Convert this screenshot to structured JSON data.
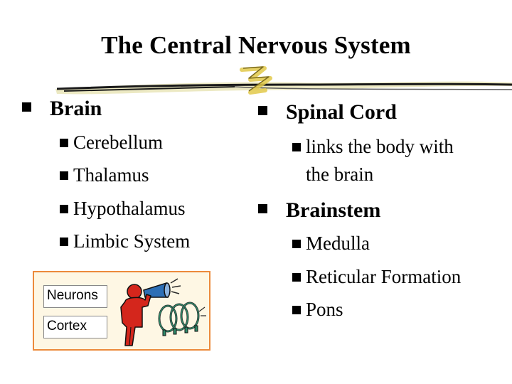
{
  "slide": {
    "title": "The Central Nervous System"
  },
  "left": {
    "heading": "Brain",
    "items": [
      "Cerebellum",
      "Thalamus",
      "Hypothalamus",
      "Limbic System"
    ]
  },
  "right": {
    "sections": [
      {
        "heading": "Spinal Cord",
        "items_line1": "links the body with",
        "items_line2": "the brain"
      },
      {
        "heading": "Brainstem",
        "items": [
          "Medulla",
          "Reticular Formation",
          "Pons"
        ]
      }
    ]
  },
  "clipart": {
    "labels": [
      "Neurons",
      "Cortex"
    ],
    "icon": "person-with-megaphone-and-rings-icon",
    "colors": {
      "frame": "#ec8a3c",
      "background": "#fef7e4",
      "person": "#d4261c",
      "rings": "#2f8a6a"
    }
  },
  "theme": {
    "rule_color": "#1a1a1a",
    "accent_highlight": "#f1e27a"
  }
}
